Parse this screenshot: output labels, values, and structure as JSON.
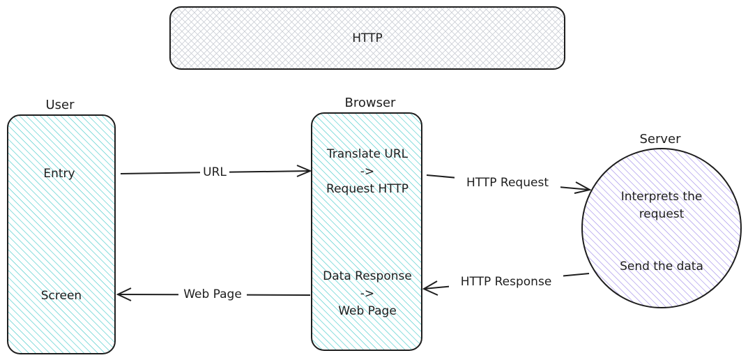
{
  "colors": {
    "stroke": "#1e1e1e",
    "cyan_hatch": "#3cc7c7",
    "purple_hatch": "#9b86e8",
    "gray_hatch": "#bfc4cc",
    "background": "#ffffff"
  },
  "banner": {
    "label": "HTTP"
  },
  "user": {
    "title": "User",
    "entry_label": "Entry",
    "screen_label": "Screen"
  },
  "browser": {
    "title": "Browser",
    "top_label": [
      "Translate URL",
      "->",
      "Request HTTP"
    ],
    "bottom_label": [
      "Data Response",
      "->",
      "Web Page"
    ]
  },
  "server": {
    "title": "Server",
    "interprets_label": [
      "Interprets the",
      "request"
    ],
    "send_label": "Send the data"
  },
  "edges": {
    "url": "URL",
    "http_request": "HTTP Request",
    "http_response": "HTTP Response",
    "web_page": "Web Page"
  }
}
